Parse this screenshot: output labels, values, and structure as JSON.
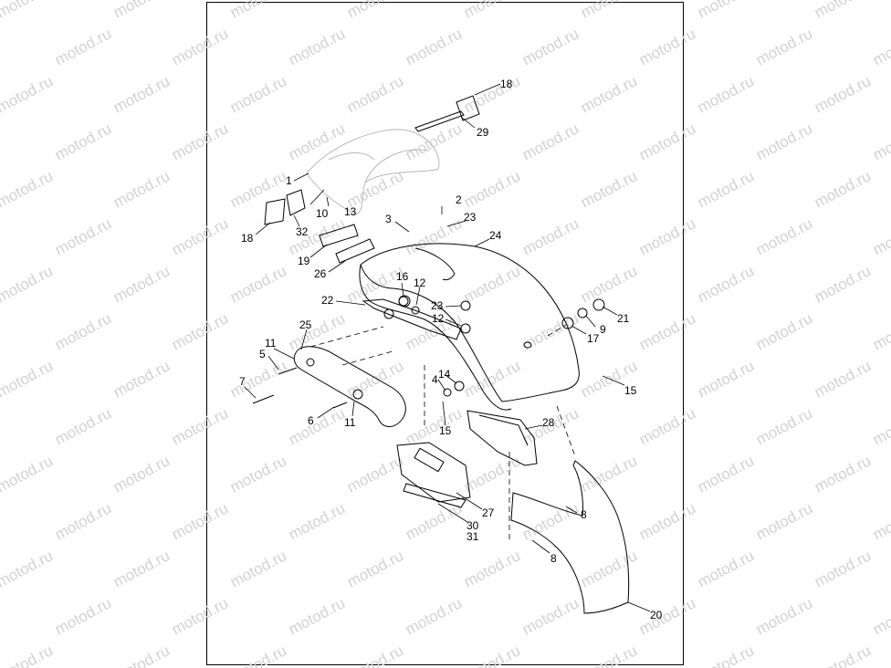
{
  "watermark": {
    "text": "motod.ru"
  },
  "callouts": [
    {
      "id": "c1",
      "text": "1"
    },
    {
      "id": "c2",
      "text": "2"
    },
    {
      "id": "c3",
      "text": "3"
    },
    {
      "id": "c4",
      "text": "4"
    },
    {
      "id": "c5",
      "text": "5"
    },
    {
      "id": "c6",
      "text": "6"
    },
    {
      "id": "c7",
      "text": "7"
    },
    {
      "id": "c8a",
      "text": "8"
    },
    {
      "id": "c8b",
      "text": "8"
    },
    {
      "id": "c9",
      "text": "9"
    },
    {
      "id": "c10",
      "text": "10"
    },
    {
      "id": "c11a",
      "text": "11"
    },
    {
      "id": "c11b",
      "text": "11"
    },
    {
      "id": "c12a",
      "text": "12"
    },
    {
      "id": "c12b",
      "text": "12"
    },
    {
      "id": "c13",
      "text": "13"
    },
    {
      "id": "c14",
      "text": "14"
    },
    {
      "id": "c15a",
      "text": "15"
    },
    {
      "id": "c15b",
      "text": "15"
    },
    {
      "id": "c16",
      "text": "16"
    },
    {
      "id": "c17",
      "text": "17"
    },
    {
      "id": "c18a",
      "text": "18"
    },
    {
      "id": "c18b",
      "text": "18"
    },
    {
      "id": "c19",
      "text": "19"
    },
    {
      "id": "c20",
      "text": "20"
    },
    {
      "id": "c21",
      "text": "21"
    },
    {
      "id": "c22",
      "text": "22"
    },
    {
      "id": "c23a",
      "text": "23"
    },
    {
      "id": "c23b",
      "text": "23"
    },
    {
      "id": "c24",
      "text": "24"
    },
    {
      "id": "c25",
      "text": "25"
    },
    {
      "id": "c26",
      "text": "26"
    },
    {
      "id": "c27",
      "text": "27"
    },
    {
      "id": "c28",
      "text": "28"
    },
    {
      "id": "c29",
      "text": "29"
    },
    {
      "id": "c30",
      "text": "30"
    },
    {
      "id": "c31",
      "text": "31"
    },
    {
      "id": "c32",
      "text": "32"
    }
  ]
}
